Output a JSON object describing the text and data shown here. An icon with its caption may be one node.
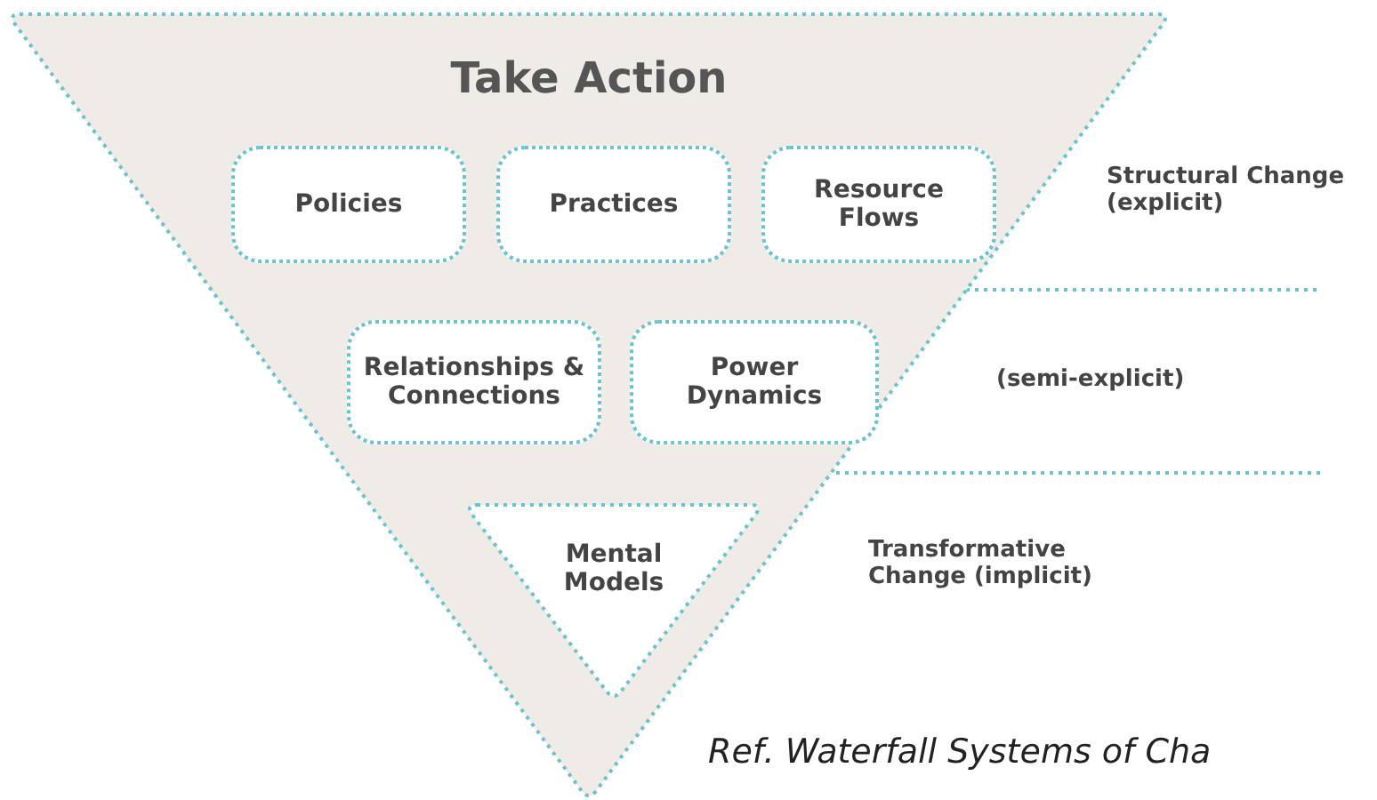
{
  "diagram": {
    "nodes": [
      {
        "text": [
          "Take Action"
        ]
      },
      {
        "text": [
          "Policies"
        ],
        "in": 0
      },
      {
        "text": [
          "Practices"
        ],
        "in": 0
      },
      {
        "text": [
          "Resource Flows"
        ],
        "in": 0
      },
      {
        "text": [
          "Relationships & Connections"
        ],
        "in": 0
      },
      {
        "text": [
          "Power Dynamics"
        ],
        "in": 0
      },
      {
        "text": [
          "Mental Models"
        ],
        "in": 0
      }
    ],
    "labels": [
      "Structural Change (explicit)",
      "(semi-explicit)",
      "Transformative Change (implicit)",
      "Ref. Waterfall Systems of Cha"
    ]
  }
}
